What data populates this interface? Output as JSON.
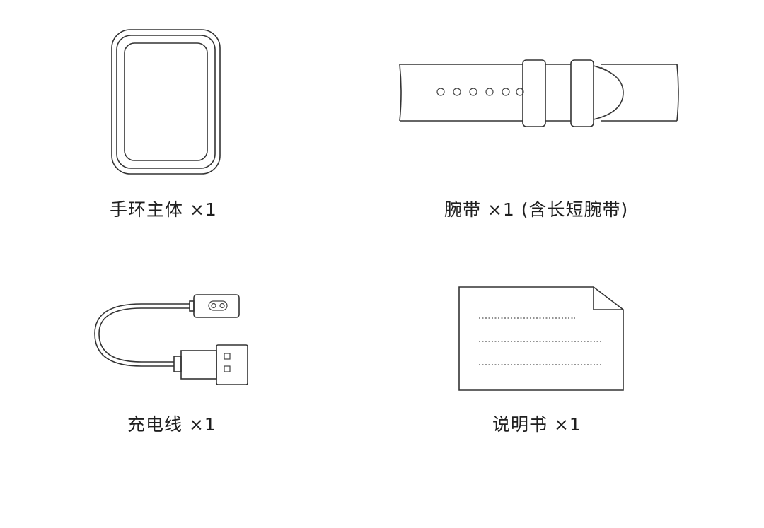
{
  "items": [
    {
      "icon": "band-body-icon",
      "label": "手环主体 ×1"
    },
    {
      "icon": "wrist-strap-icon",
      "label": "腕带 ×1 (含长短腕带)"
    },
    {
      "icon": "charging-cable-icon",
      "label": "充电线 ×1"
    },
    {
      "icon": "manual-icon",
      "label": "说明书 ×1"
    }
  ],
  "colors": {
    "line": "#333333",
    "text": "#1f1f1f",
    "background": "#ffffff"
  }
}
